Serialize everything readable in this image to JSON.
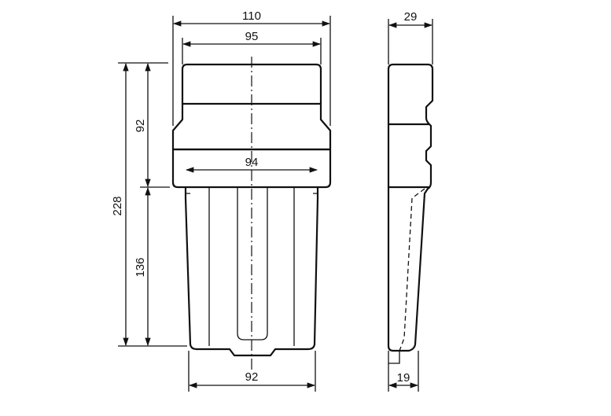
{
  "front_view": {
    "overall_width": "110",
    "top_width": "95",
    "inner_width": "94",
    "bottom_width": "92",
    "total_height": "228",
    "upper_height": "92",
    "lower_height": "136"
  },
  "side_view": {
    "depth": "29",
    "bottom_depth": "19"
  },
  "colors": {
    "line": "#111111",
    "background": "#ffffff"
  }
}
